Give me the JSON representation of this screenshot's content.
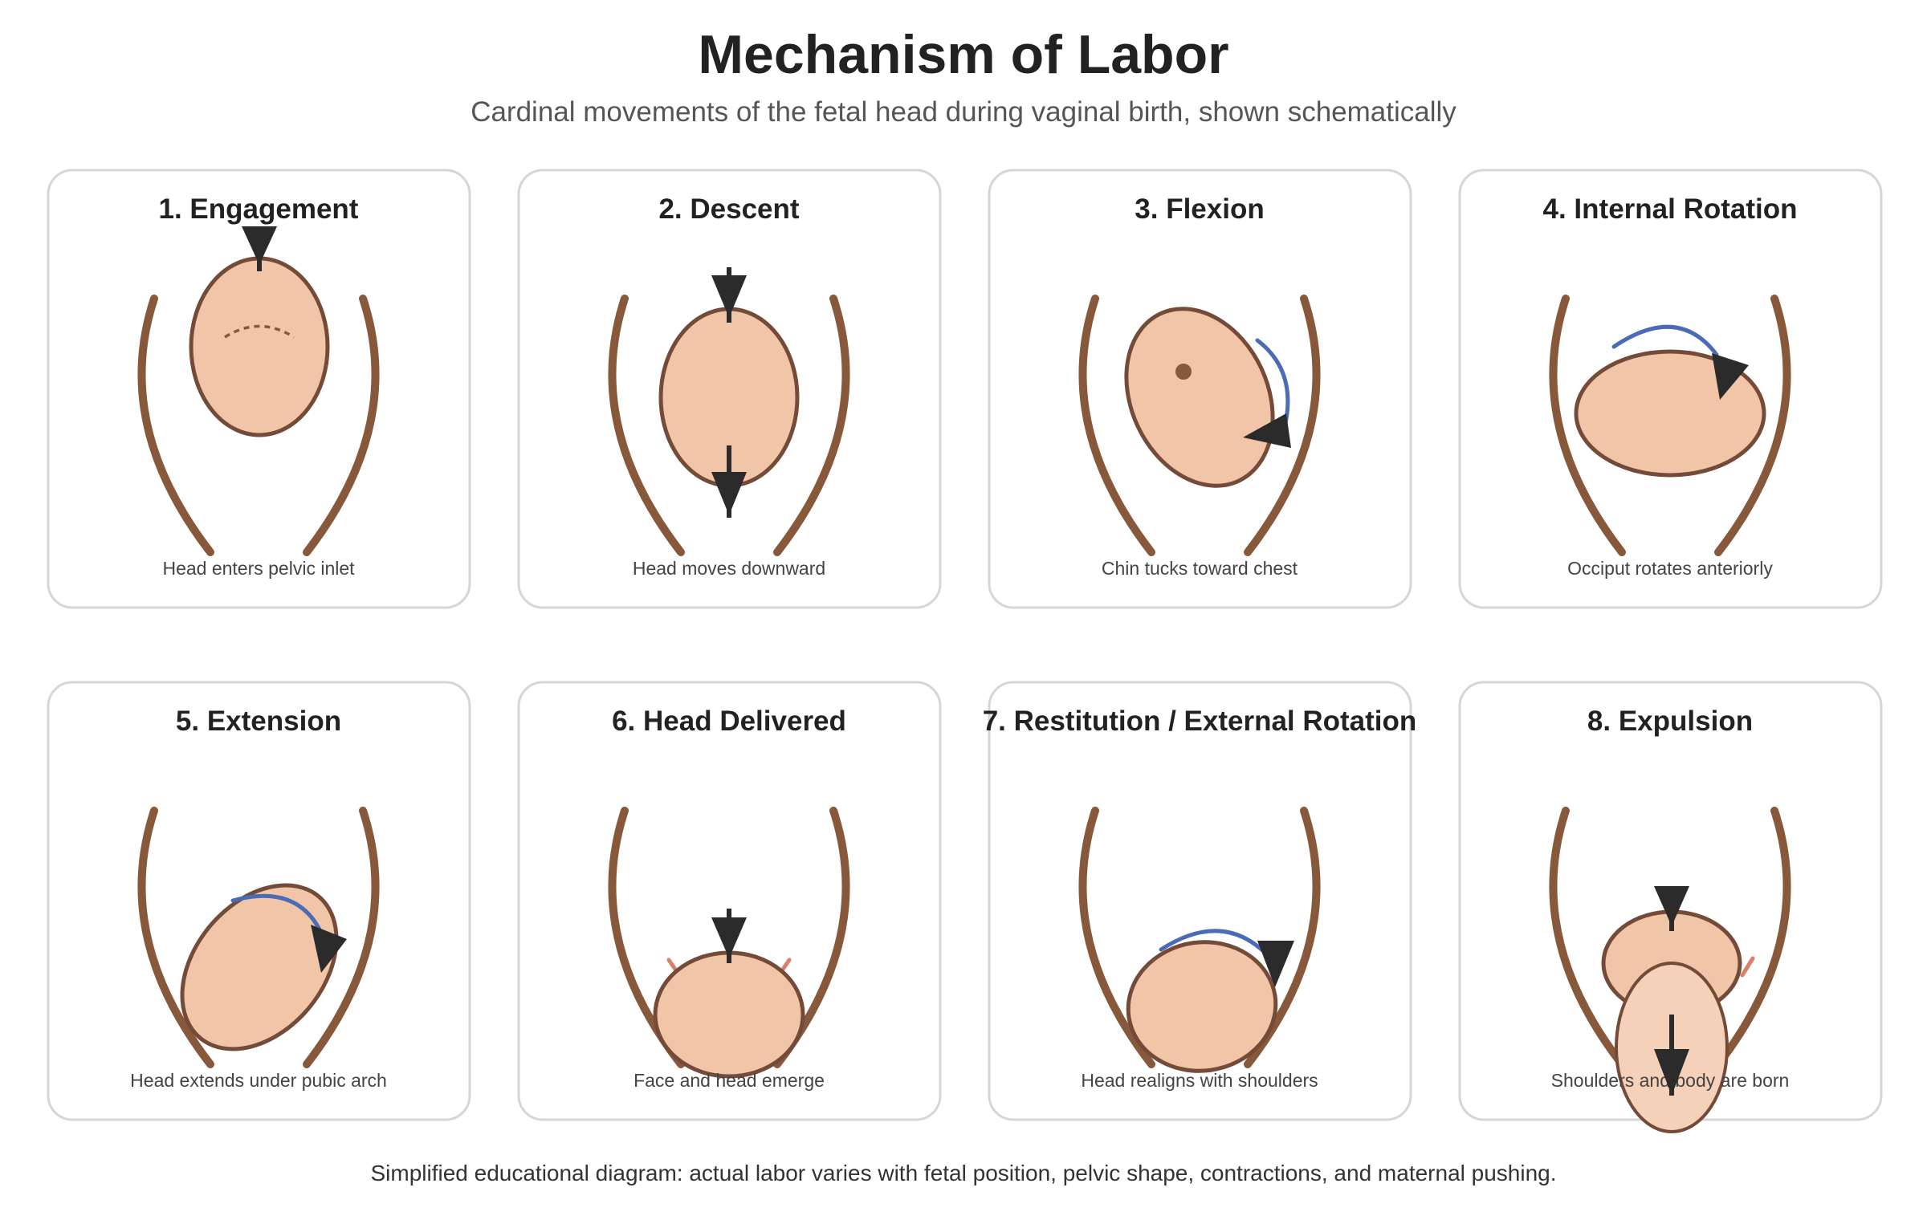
{
  "title": "Mechanism of Labor",
  "subtitle": "Cardinal movements of the fetal head during vaginal birth, shown schematically",
  "footnote": "Simplified educational diagram: actual labor varies with fetal position, pelvic shape, contractions, and maternal pushing.",
  "colors": {
    "pelvis": "#87583a",
    "head_fill": "#f1c6a8",
    "head_outline": "#744a38",
    "rotation_arrow": "#4a6cb8",
    "direction_arrow": "#2b2b2b",
    "perineum": "#d8806a"
  },
  "panels": [
    {
      "title": "1. Engagement",
      "caption": "Head enters pelvic inlet"
    },
    {
      "title": "2. Descent",
      "caption": "Head moves downward"
    },
    {
      "title": "3. Flexion",
      "caption": "Chin tucks toward chest"
    },
    {
      "title": "4. Internal Rotation",
      "caption": "Occiput rotates anteriorly"
    },
    {
      "title": "5. Extension",
      "caption": "Head extends under pubic arch"
    },
    {
      "title": "6. Head Delivered",
      "caption": "Face and head emerge"
    },
    {
      "title": "7. Restitution / External Rotation",
      "caption": "Head realigns with shoulders"
    },
    {
      "title": "8. Expulsion",
      "caption": "Shoulders and body are born"
    }
  ]
}
